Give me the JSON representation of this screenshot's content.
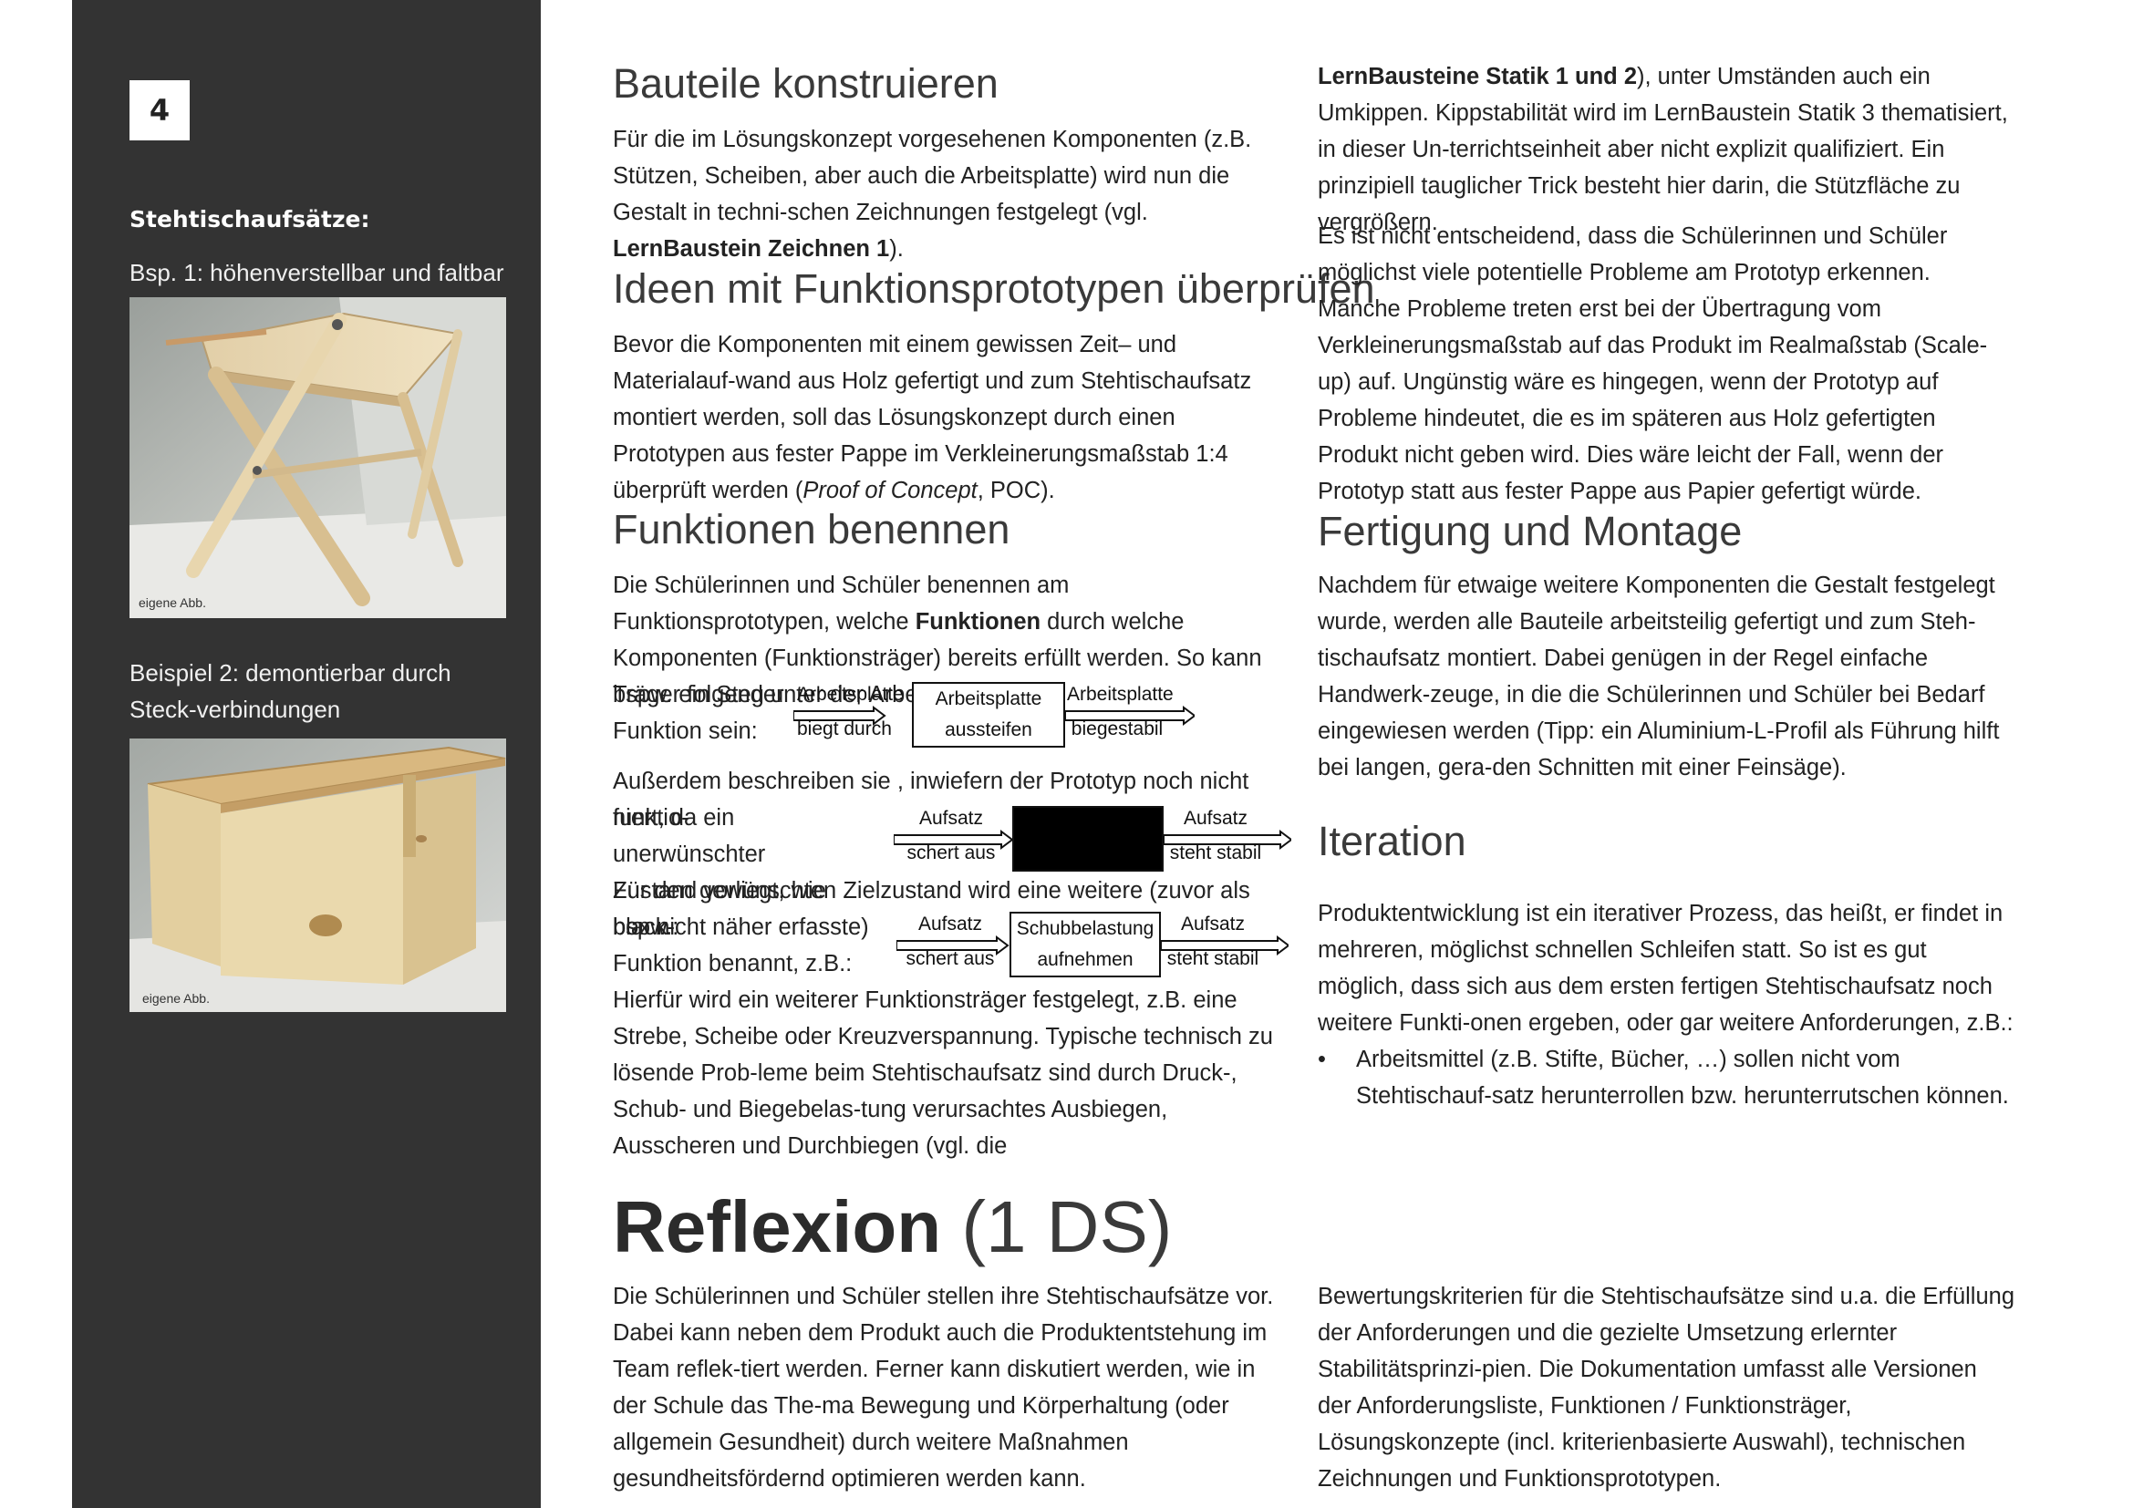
{
  "sidebar": {
    "page_number": "4",
    "heading": "Stehtischaufsätze:",
    "example1_caption": "Bsp. 1: höhenverstellbar und faltbar",
    "photo1_credit": "eigene Abb.",
    "example2_caption": "Beispiel 2: demontierbar durch Steck-verbindungen",
    "photo2_credit": "eigene Abb."
  },
  "left_column": {
    "section1": {
      "heading": "Bauteile konstruieren",
      "text_a": "Für die im Lösungskonzept vorgesehenen Komponenten (z.B. Stützen, Scheiben, aber auch die Arbeitsplatte) wird nun die Gestalt in techni-schen Zeichnungen festgelegt (vgl. ",
      "text_bold": "LernBaustein Zeichnen 1",
      "text_b": ")."
    },
    "section2": {
      "heading": "Ideen mit Funktionsprototypen überprüfen",
      "text_a": "Bevor die Komponenten mit einem gewissen Zeit– und Materialauf-wand aus Holz gefertigt und zum Stehtischaufsatz montiert werden, soll das Lösungskonzept durch einen Prototypen aus fester Pappe im Verkleinerungsmaßstab 1:4 überprüft werden (",
      "text_italic": "Proof of Concept",
      "text_b": ", POC)."
    },
    "section3": {
      "heading": "Funktionen benennen",
      "text_a": "Die Schülerinnen und Schüler benennen am Funktionsprototypen, welche ",
      "text_bold": "Funktionen",
      "text_b": " durch welche Komponenten (Funktionsträger) bereits erfüllt werden. So kann bspw. ein Steg unter der Arbeitsplatte",
      "lead1_line1": "Träger folgender",
      "lead1_line2": "Funktion sein:",
      "diagram1": {
        "in_top": "Arbeitsplatte",
        "in_bottom": "biegt durch",
        "box_line1": "Arbeitsplatte",
        "box_line2": "aussteifen",
        "out_top": "Arbeitsplatte",
        "out_bottom": "biegestabil"
      },
      "text_c": "Außerdem beschreiben sie , inwiefern der Prototyp noch nicht funktio-",
      "lead2_line1": "niert, da ein unerwünschter",
      "lead2_line2": "Zustand vorliegt, wie bspw.:",
      "diagram2": {
        "in_top": "Aufsatz",
        "in_bottom": "schert aus",
        "out_top": "Aufsatz",
        "out_bottom": "steht stabil"
      },
      "text_d": "Für den gewünschten Zielzustand wird eine weitere (zuvor als black-",
      "lead3_line1": "box nicht näher erfasste)",
      "lead3_line2": "Funktion benannt, z.B.:",
      "diagram3": {
        "in_top": "Aufsatz",
        "in_bottom": "schert aus",
        "box_line1": "Schubbelastung",
        "box_line2": "aufnehmen",
        "out_top": "Aufsatz",
        "out_bottom": "steht stabil"
      },
      "text_e": "Hierfür wird ein weiterer Funktionsträger festgelegt, z.B. eine Strebe, Scheibe oder Kreuzverspannung. Typische technisch zu lösende Prob-leme beim Stehtischaufsatz sind durch Druck-, Schub- und Biegebelas-tung verursachtes Ausbiegen, Ausscheren und Durchbiegen (vgl. die"
    }
  },
  "right_column": {
    "continuation_bold": "LernBausteine Statik 1 und 2",
    "continuation_text": "), unter Umständen auch ein Umkippen. Kippstabilität wird im LernBaustein Statik 3 thematisiert, in dieser Un-terrichtseinheit aber nicht explizit qualifiziert. Ein prinzipiell tauglicher Trick besteht hier darin, die Stützfläche zu vergrößern.",
    "paragraph2": "Es ist nicht entscheidend, dass die Schülerinnen und Schüler möglichst viele potentielle Probleme am Prototyp erkennen. Manche Probleme treten erst bei der Übertragung vom Verkleinerungsmaßstab auf das Produkt im Realmaßstab (Scale-up) auf. Ungünstig wäre es hingegen, wenn der Prototyp auf Probleme hindeutet, die es im späteren aus Holz gefertigten Produkt nicht geben wird. Dies wäre leicht der Fall, wenn der Prototyp statt aus fester Pappe aus Papier gefertigt würde.",
    "section4": {
      "heading": "Fertigung und Montage",
      "text": "Nachdem für etwaige weitere Komponenten die Gestalt festgelegt wurde, werden alle Bauteile arbeitsteilig gefertigt und zum Steh-tischaufsatz montiert. Dabei genügen in der Regel einfache Handwerk-zeuge, in die die Schülerinnen und Schüler bei Bedarf eingewiesen werden (Tipp: ein Aluminium-L-Profil als Führung hilft bei langen, gera-den Schnitten mit einer Feinsäge)."
    },
    "section5": {
      "heading": "Iteration",
      "text": "Produktentwicklung ist ein iterativer Prozess, das heißt, er findet in mehreren, möglichst schnellen Schleifen statt. So ist es gut möglich, dass sich aus dem ersten fertigen Stehtischaufsatz noch weitere Funkti-onen ergeben, oder gar weitere Anforderungen, z.B.:",
      "bullets": [
        "Arbeitsmittel (z.B. Stifte, Bücher, …) sollen nicht vom Stehtischauf-satz herunterrollen bzw. herunterrutschen können."
      ]
    }
  },
  "reflexion": {
    "title_bold": "Reflexion",
    "title_light": "(1 DS)",
    "left_text": "Die Schülerinnen und Schüler stellen ihre Stehtischaufsätze vor. Dabei kann neben dem Produkt auch die Produktentstehung im Team reflek-tiert werden. Ferner kann diskutiert werden, wie in der Schule das The-ma Bewegung und Körperhaltung (oder allgemein Gesundheit) durch weitere Maßnahmen gesundheitsfördernd optimieren werden kann.",
    "right_text": "Bewertungskriterien für die Stehtischaufsätze sind u.a. die Erfüllung der Anforderungen und die gezielte Umsetzung erlernter Stabilitätsprinzi-pien. Die Dokumentation umfasst alle Versionen der Anforderungsliste, Funktionen / Funktionsträger, Lösungskonzepte (incl. kriterienbasierte Auswahl), technischen Zeichnungen und Funktionsprototypen."
  },
  "colors": {
    "sidebar_bg": "#333333",
    "text": "#222222",
    "heading": "#3a3a3a"
  }
}
